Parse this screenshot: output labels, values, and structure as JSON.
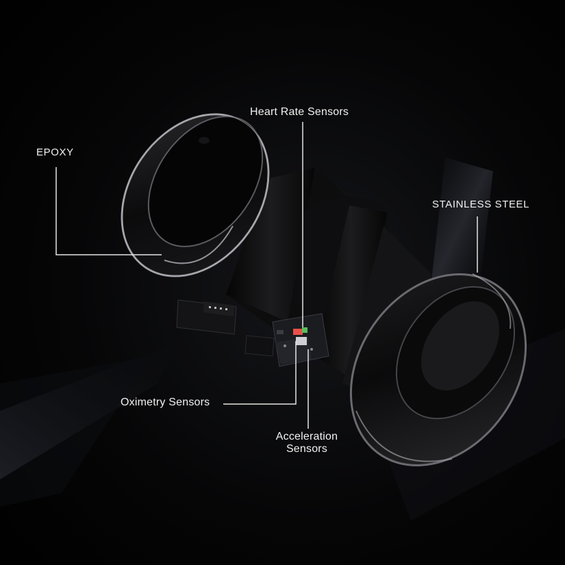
{
  "labels": {
    "epoxy": "EPOXY",
    "heart_rate": "Heart Rate Sensors",
    "stainless_steel": "STAINLESS STEEL",
    "oximetry": "Oximetry Sensors",
    "acceleration_line1": "Acceleration",
    "acceleration_line2": "Sensors"
  },
  "colors": {
    "background": "#020203",
    "ring_black": "#0b0b0c",
    "steel_highlight": "#9a9aa0",
    "leader_line": "#e6e6e6",
    "label_text": "#f2f2f2",
    "sensor_red": "#e8504a",
    "sensor_green": "#55c05a"
  }
}
